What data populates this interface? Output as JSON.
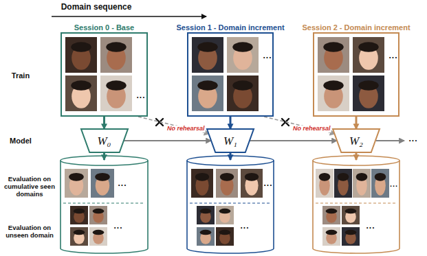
{
  "diagram": {
    "nodes": [
      {
        "text": [
          "Session 0 - Base"
        ]
      },
      {
        "text": [
          "Session 1 - Domain increment"
        ]
      },
      {
        "text": [
          "Session 2 - Domain increment"
        ]
      },
      {
        "text": [
          "W₀"
        ]
      },
      {
        "text": [
          "W₁"
        ]
      },
      {
        "text": [
          "W₂"
        ]
      }
    ],
    "edges": [
      {
        "from": 0,
        "to": 3,
        "arrow": "to"
      },
      {
        "from": 3,
        "to": 4,
        "arrow": "to"
      },
      {
        "from": 0,
        "to": 4,
        "label": "No rehearsal",
        "arrow": "to"
      },
      {
        "from": 1,
        "to": 4,
        "arrow": "to"
      },
      {
        "from": 4,
        "to": 5,
        "arrow": "to"
      },
      {
        "from": 1,
        "to": 5,
        "label": "No rehearsal",
        "arrow": "to"
      },
      {
        "from": 2,
        "to": 5,
        "arrow": "to"
      }
    ],
    "labels": [
      "Domain sequence",
      "Train",
      "Model",
      "Evaluation on cumulative seen domains",
      "Evaluation on unseen domain",
      "...",
      "...",
      "...",
      "...",
      "...",
      "...",
      "...",
      "...",
      "...",
      "..."
    ]
  }
}
